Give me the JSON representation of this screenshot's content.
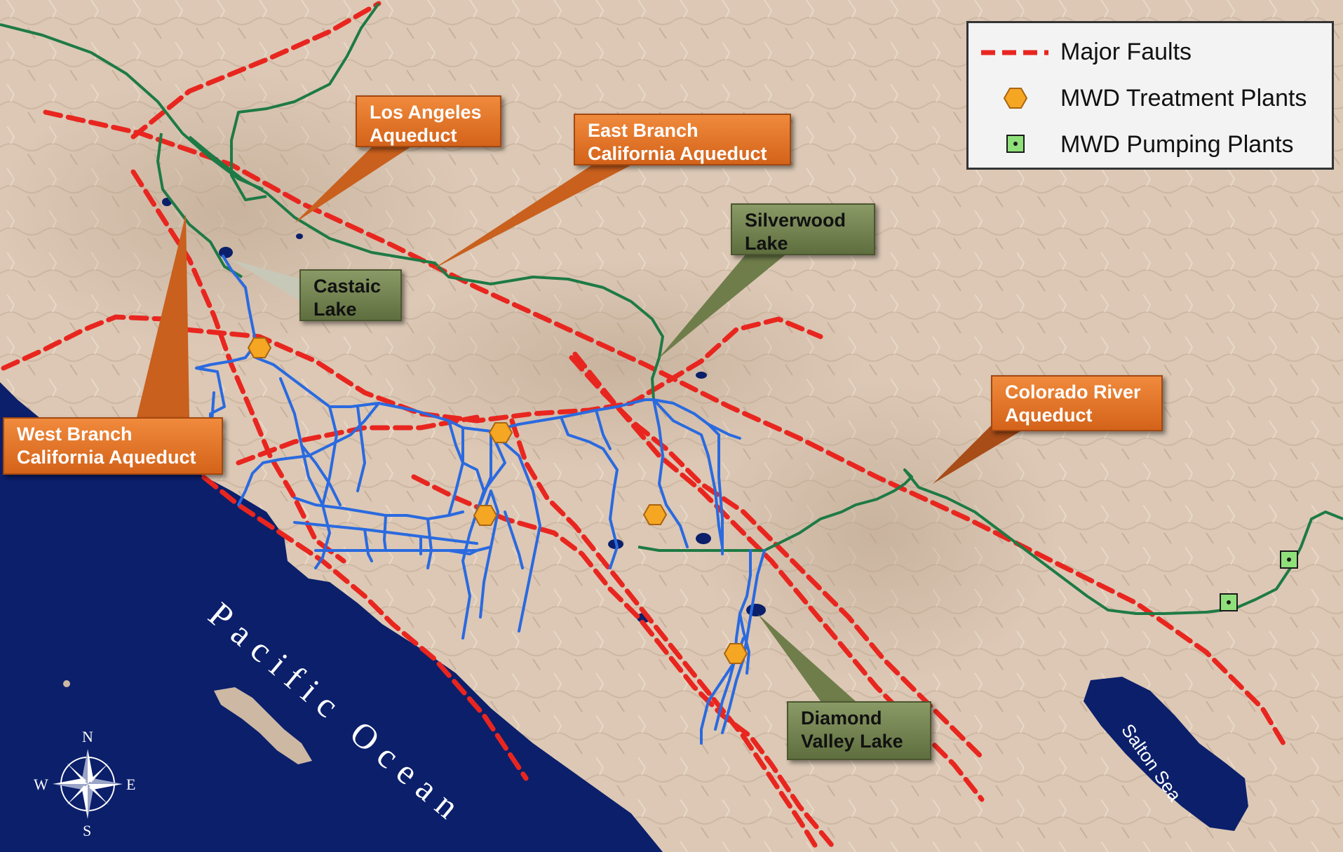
{
  "legend": {
    "items": [
      {
        "label": "Major Faults",
        "symbol": "fault-line"
      },
      {
        "label": "MWD Treatment Plants",
        "symbol": "orange-hexagon"
      },
      {
        "label": "MWD Pumping Plants",
        "symbol": "green-square"
      }
    ]
  },
  "callouts": {
    "los_angeles_aqueduct": "Los Angeles\nAqueduct",
    "east_branch": "East Branch\nCalifornia Aqueduct",
    "silverwood_lake": "Silverwood\nLake",
    "castaic_lake": "Castaic\nLake",
    "west_branch": "West Branch\nCalifornia  Aqueduct",
    "colorado_river": "Colorado River\nAqueduct",
    "diamond_valley": "Diamond\nValley Lake"
  },
  "labels": {
    "ocean": "Pacific Ocean",
    "salton_sea": "Salton Sea"
  },
  "compass": {
    "n": "N",
    "s": "S",
    "e": "E",
    "w": "W"
  },
  "colors": {
    "land": "#dcc8b5",
    "ocean": "#0b1f6b",
    "fault": "#e8261f",
    "aqueduct_green": "#1e7a45",
    "distribution_blue": "#2a6ae0",
    "treatment_plant": "#f5a623",
    "pumping_plant": "#8fe07a",
    "callout_orange": "#e0722a",
    "callout_green": "#7a8a55"
  }
}
